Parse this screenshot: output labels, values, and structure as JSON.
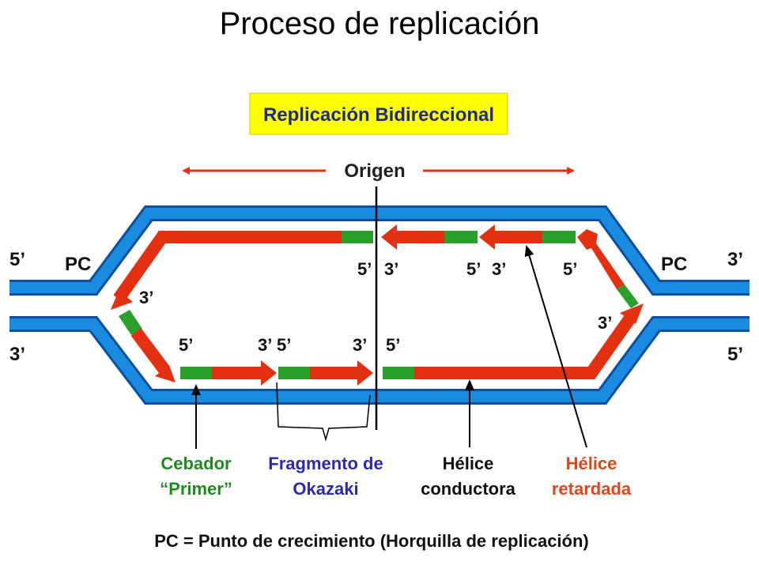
{
  "title": "Proceso de replicación",
  "diagram": {
    "banner": "Replicación Bidireccional",
    "origin": "Origen",
    "fork_left": "PC",
    "fork_right": "PC",
    "end_labels": {
      "left_top": "5’",
      "left_bottom": "3’",
      "right_top": "3’",
      "right_bottom": "5’"
    },
    "strand_labels": {
      "top_origin_5": "5’",
      "top_origin_3": "3’",
      "top_mid_5": "5’",
      "top_mid_3": "3’",
      "top_right_5": "5’",
      "left_diag_3": "3’",
      "right_diag_3": "3’",
      "bottom_1_5": "5’",
      "bottom_2_3": "3’",
      "bottom_2_5": "5’",
      "bottom_3_3": "3’",
      "bottom_origin_5": "5’"
    },
    "legend": {
      "primer_line1": "Cebador",
      "primer_line2": "“Primer”",
      "okazaki_line1": "Fragmento de",
      "okazaki_line2": "Okazaki",
      "leading_line1": "Hélice",
      "leading_line2": "conductora",
      "lagging_line1": "Hélice",
      "lagging_line2": "retardada"
    },
    "footer": "PC = Punto de crecimiento (Horquilla de replicación)",
    "colors": {
      "dna": "#1b8be0",
      "dna_edge": "#0a4fa0",
      "new_strand": "#e33010",
      "primer": "#2aa02a",
      "banner_bg": "#ffff00",
      "banner_text": "#1c2a8a",
      "primer_text": "#1f8a1f",
      "okazaki_text": "#2a2ab0",
      "lagging_text": "#e0451a"
    }
  }
}
